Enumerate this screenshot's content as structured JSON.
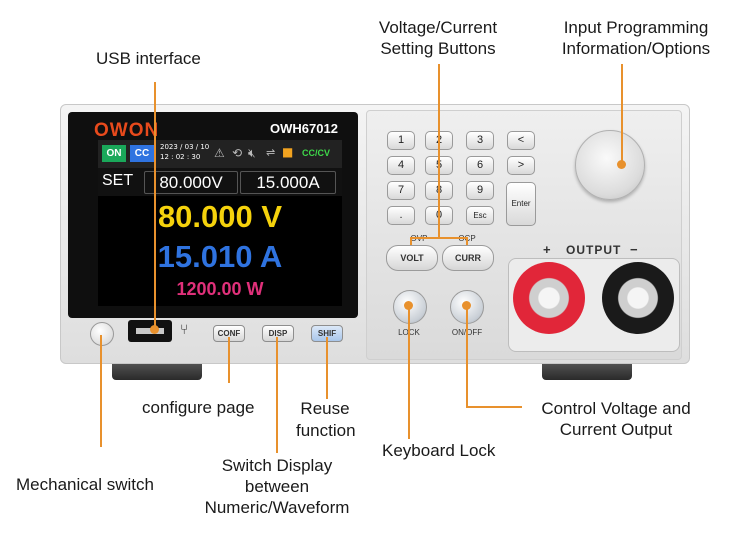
{
  "device": {
    "brand": "OWON",
    "model": "OWH67012",
    "screen": {
      "on_badge": "ON",
      "cc_badge": "CC",
      "date": "2023 / 03 / 10",
      "time": "12 : 02 : 30",
      "mode": "CC/CV",
      "set_label": "SET",
      "set_voltage": "80.000V",
      "set_current": "15.000A",
      "voltage": "80.000 V",
      "current": "15.010 A",
      "power": "1200.00 W"
    },
    "keys": [
      "1",
      "2",
      "3",
      "<",
      "4",
      "5",
      "6",
      ">",
      "7",
      "8",
      "9",
      ".",
      "0",
      "Esc"
    ],
    "enter_key": "Enter",
    "ovp_label": "OVP",
    "ocp_label": "OCP",
    "volt_button": "VOLT",
    "curr_button": "CURR",
    "lock_button": "LOCK",
    "onoff_button": "ON/OFF",
    "output_label": "OUTPUT",
    "plus": "+",
    "minus": "−",
    "conf_button": "CONF",
    "disp_button": "DISP",
    "shif_button": "SHIF"
  },
  "annotations": {
    "usb": "USB interface",
    "setting_buttons_1": "Voltage/Current",
    "setting_buttons_2": "Setting Buttons",
    "input_prog_1": "Input Programming",
    "input_prog_2": "Information/Options",
    "configure": "configure page",
    "reuse_1": "Reuse",
    "reuse_2": "function",
    "keyboard_lock": "Keyboard Lock",
    "control_1": "Control Voltage and",
    "control_2": "Current Output",
    "switch_display_1": "Switch Display",
    "switch_display_2": "between",
    "switch_display_3": "Numeric/Waveform",
    "mechanical": "Mechanical switch"
  },
  "colors": {
    "leader": "#e8912d",
    "voltage": "#f5d20c",
    "current": "#2f73e0",
    "power": "#e0307a"
  }
}
